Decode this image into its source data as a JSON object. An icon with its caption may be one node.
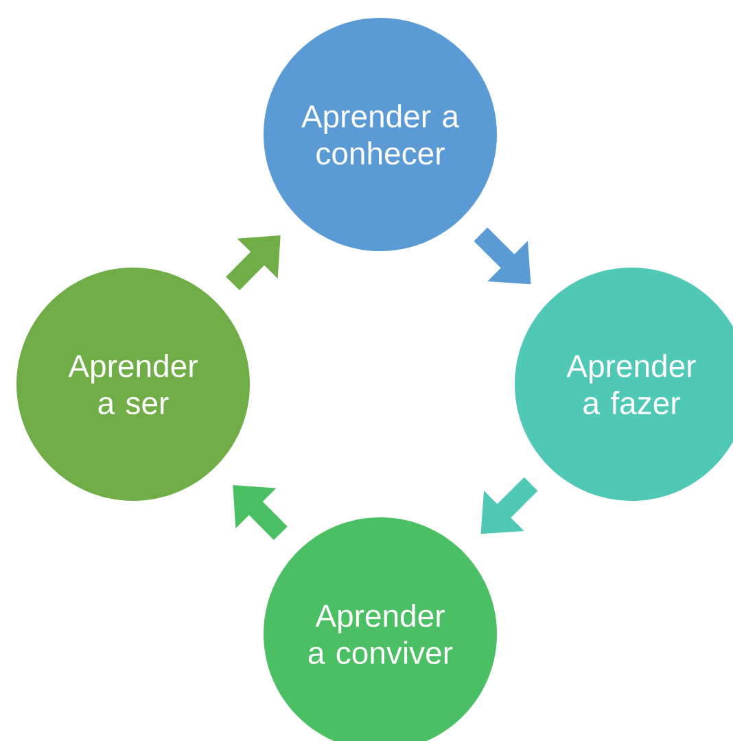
{
  "diagram": {
    "nodes": [
      {
        "text": [
          "Aprender a conhecer"
        ]
      },
      {
        "text": [
          "Aprender a fazer"
        ]
      },
      {
        "text": [
          "Aprender a conviver"
        ]
      },
      {
        "text": [
          "Aprender a ser"
        ]
      }
    ],
    "edges": [
      {
        "from": 0,
        "to": 1,
        "arrow": "to",
        "color": "#5b9bd5"
      },
      {
        "from": 1,
        "to": 2,
        "arrow": "to",
        "color": "#4fc9b5"
      },
      {
        "from": 2,
        "to": 3,
        "arrow": "to",
        "color": "#4bbf63"
      },
      {
        "from": 3,
        "to": 0,
        "arrow": "to",
        "color": "#70ad47"
      }
    ]
  }
}
